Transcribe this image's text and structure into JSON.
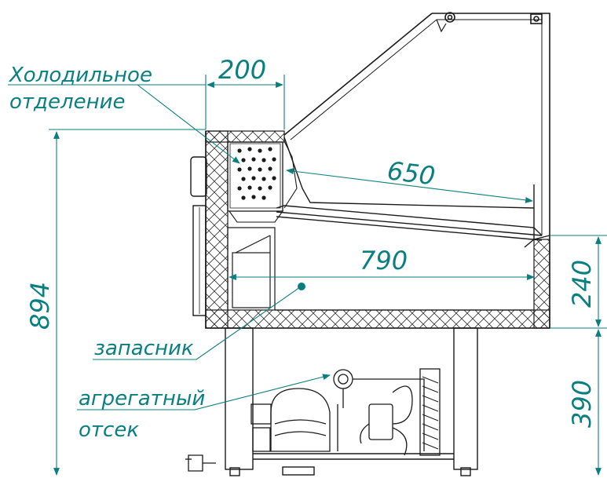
{
  "labels": {
    "cooling_line1": "Холодильное",
    "cooling_line2": "отделение",
    "storage": "запасник",
    "unit_line1": "агрегатный",
    "unit_line2": "отсек"
  },
  "dimensions": {
    "width_top": "200",
    "depth_display": "650",
    "depth_storage": "790",
    "height_total": "894",
    "height_upper": "240",
    "height_lower": "390"
  },
  "colors": {
    "annotation": "#0a7f80",
    "drawing": "#1a1a1a"
  }
}
